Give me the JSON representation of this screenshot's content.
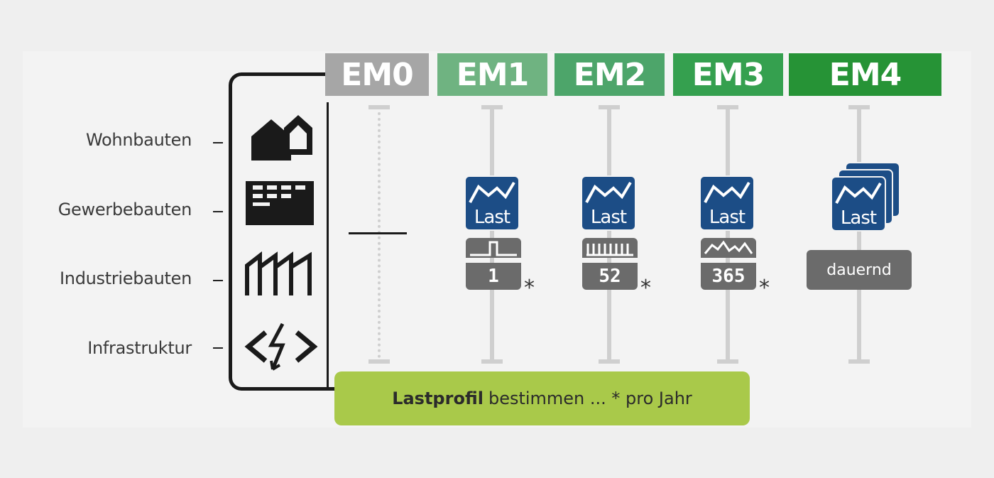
{
  "rows": [
    "Wohnbauten",
    "Gewerbebauten",
    "Industriebauten",
    "Infrastruktur"
  ],
  "levels": [
    {
      "label": "EM0",
      "color": "#a6a6a6"
    },
    {
      "label": "EM1",
      "color": "#6fb381"
    },
    {
      "label": "EM2",
      "color": "#4da56a"
    },
    {
      "label": "EM3",
      "color": "#35a04f"
    },
    {
      "label": "EM4",
      "color": "#269336"
    }
  ],
  "tiles": {
    "last_label": "Last",
    "em1_count": "1",
    "em2_count": "52",
    "em3_count": "365",
    "em4_text": "dauernd",
    "asterisk": "*"
  },
  "footer": {
    "bold": "Lastprofil",
    "rest": "bestimmen ... * pro Jahr"
  },
  "icons": [
    "houses-icon",
    "commercial-building-icon",
    "factory-icon",
    "power-infrastructure-icon"
  ]
}
